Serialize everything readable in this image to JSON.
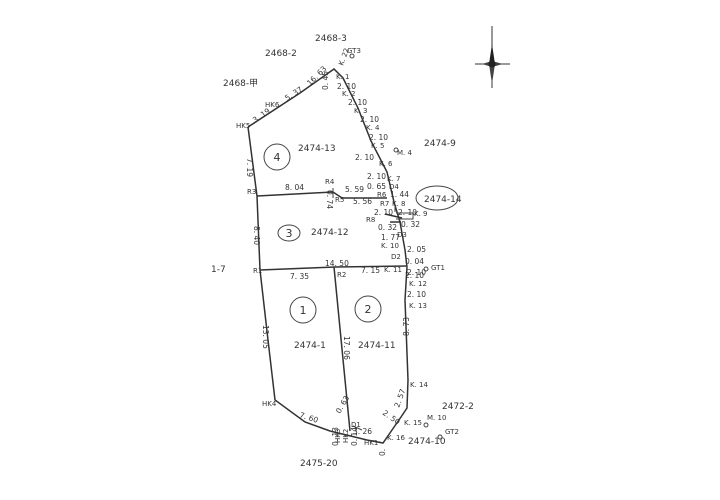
{
  "lots": {
    "l_2474_13": "2474-13",
    "l_2474_12": "2474-12",
    "l_2474_1": "2474-1",
    "l_2474_11": "2474-11",
    "l_2474_14": "2474-14"
  },
  "neighbors": {
    "n_2468_2": "2468-2",
    "n_2468_3": "2468-3",
    "n_2468_kou": "2468-甲",
    "n_2474_9": "2474-9",
    "n_2472_2": "2472-2",
    "n_2474_10": "2474-10",
    "n_2475_20": "2475-20",
    "n_1_7": "1-7"
  },
  "circled": {
    "c1": "1",
    "c2": "2",
    "c3": "3",
    "c4": "4"
  },
  "points": {
    "hk6": "HK6",
    "hk5": "HK5",
    "hk4": "HK4",
    "hk3": "HK3",
    "hk2": "HK2",
    "hk1": "HK1",
    "r1": "R1",
    "r2": "R2",
    "r3": "R3",
    "r4": "R4",
    "r5": "R5",
    "r6": "R6",
    "r7": "R7",
    "r8": "R8",
    "d1": "D1",
    "d2": "D2",
    "d3": "D3",
    "d4": "D4",
    "k1": "K. 1",
    "k2": "K. 2",
    "k3": "K. 3",
    "k4": "K. 4",
    "k5": "K. 5",
    "k6": "K. 6",
    "k7": "K. 7",
    "k8": "K. 8",
    "k9": "K. 9",
    "k10": "K. 10",
    "k11": "K. 11",
    "k12": "K. 12",
    "k13": "K. 13",
    "k14": "K. 14",
    "k15": "K. 15",
    "k16": "K. 16",
    "k22": "K. 22",
    "gt1": "GT1",
    "gt2": "GT2",
    "gt3": "GT3",
    "m4": "M. 4",
    "m10": "M. 10"
  },
  "dims": {
    "d_319": "3. 19",
    "d_537": "5. 37",
    "d_1663": "16. 63",
    "d_045": "0. 45",
    "d_210a": "2. 10",
    "d_210b": "2. 10",
    "d_210c": "2. 10",
    "d_210d": "2. 10",
    "d_210e": "2. 10",
    "d_210f": "2. 10",
    "d_210g": "2. 10",
    "d_210h": "2. 10",
    "d_065": "0. 65",
    "d_144": "1. 44",
    "d_032a": "0. 32",
    "d_032b": "0. 32",
    "d_177": "1. 77",
    "d_205": "2. 05",
    "d_004": "0. 04",
    "d_210i": "2. 10",
    "d_210j": "2. 10",
    "d_210k": "2. 10",
    "d_719": "7. 19",
    "d_804": "8. 04",
    "d_559": "5. 59",
    "d_556": "5. 56",
    "d_074": "0. 74",
    "d_840": "8. 40",
    "d_1450": "14. 50",
    "d_735": "7. 35",
    "d_715": "7. 15",
    "d_1305": "13. 05",
    "d_1706": "17. 06",
    "d_873": "8. 73",
    "d_760": "7. 60",
    "d_063": "0. 63",
    "d_326": "3. 26",
    "d_013": "0. 13",
    "d_014": "0. 14",
    "d_250": "2. 50",
    "d_257": "2. 57",
    "d_008": "0."
  }
}
